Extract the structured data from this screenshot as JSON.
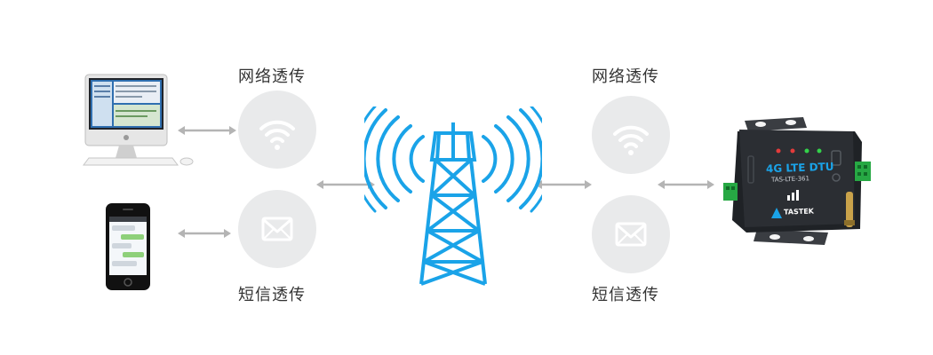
{
  "labels": {
    "network_left": "网络透传",
    "sms_left": "短信透传",
    "network_right": "网络透传",
    "sms_right": "短信透传"
  },
  "device": {
    "model_title": "4G LTE DTU",
    "model_sub": "TAS-LTE-361",
    "brand": "TASTEK"
  },
  "colors": {
    "tower": "#1aa3e8",
    "arrow": "#b4b4b4",
    "circle": "#e9eaeb",
    "icon": "#ffffff",
    "device_body": "#2b2e33",
    "device_accent": "#1aa3e8",
    "terminal": "#27a844"
  },
  "icons": [
    "computer-icon",
    "phone-icon",
    "wifi-icon",
    "envelope-icon",
    "signal-tower-icon",
    "dtu-device-icon"
  ]
}
